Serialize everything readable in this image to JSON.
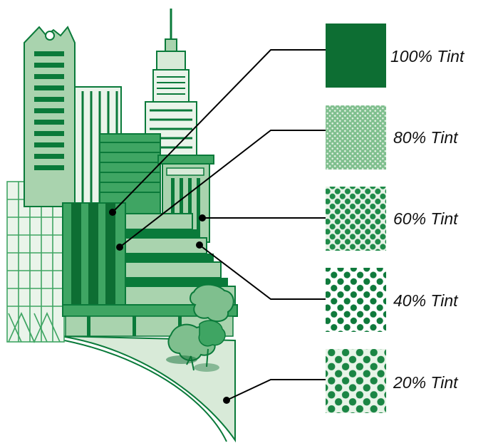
{
  "colors": {
    "dark": "#0a7a3a",
    "deep": "#0d6e33",
    "mid": "#3fa563",
    "light": "#a9d3ae",
    "pale": "#d8ead8",
    "ink": "#000000"
  },
  "swatches": [
    {
      "label": "100% Tint",
      "tint": 100
    },
    {
      "label": "80% Tint",
      "tint": 80
    },
    {
      "label": "60% Tint",
      "tint": 60
    },
    {
      "label": "40% Tint",
      "tint": 40
    },
    {
      "label": "20% Tint",
      "tint": 20
    }
  ]
}
